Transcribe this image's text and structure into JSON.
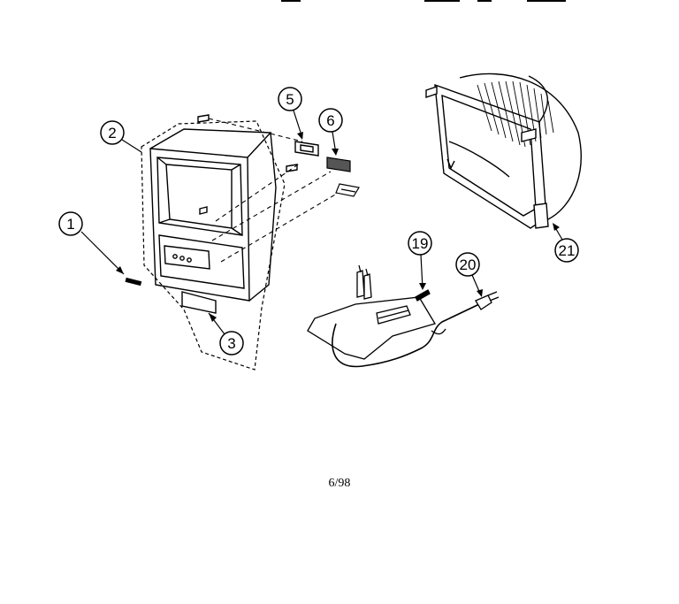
{
  "callouts": [
    {
      "id": "c1",
      "label": "1"
    },
    {
      "id": "c2",
      "label": "2"
    },
    {
      "id": "c3",
      "label": "3"
    },
    {
      "id": "c5",
      "label": "5"
    },
    {
      "id": "c6",
      "label": "6"
    },
    {
      "id": "c19",
      "label": "19"
    },
    {
      "id": "c20",
      "label": "20"
    },
    {
      "id": "c21",
      "label": "21"
    }
  ],
  "footer": {
    "page_code": "6/98"
  }
}
